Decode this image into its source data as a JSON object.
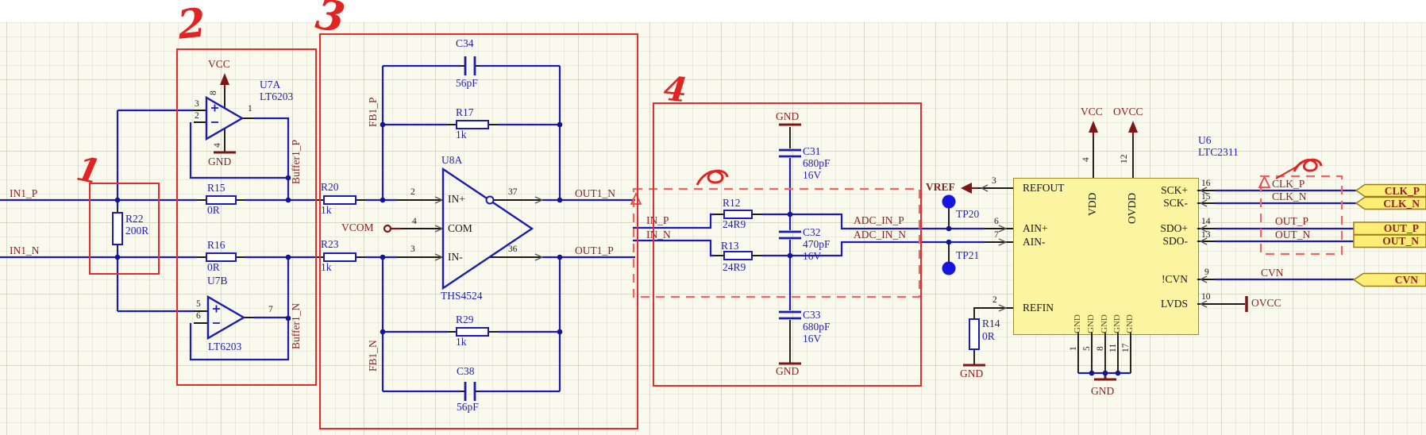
{
  "annotations": {
    "m1": "1",
    "m2": "2",
    "m3": "3",
    "m4": "4"
  },
  "colors": {
    "wire_blue": "#1c1cb2",
    "net_label": "#8c2121",
    "designator": "#2222b2",
    "annotation_red": "#e12d2d",
    "dashed_red": "#ef6666",
    "ic_fill": "#fbf5a2",
    "port_fill": "#ffee75",
    "test_point": "#1515dd"
  },
  "s1": {
    "in1_p": "IN1_P",
    "in1_n": "IN1_N",
    "r22_ref": "R22",
    "r22_val": "200R"
  },
  "s2": {
    "vcc": "VCC",
    "gnd": "GND",
    "u7a_ref": "U7A",
    "u7a_part": "LT6203",
    "u7b_ref": "U7B",
    "u7b_part": "LT6203",
    "r15_ref": "R15",
    "r15_val": "0R",
    "r16_ref": "R16",
    "r16_val": "0R",
    "buf_p": "Buffer1_P",
    "buf_n": "Buffer1_N",
    "p1": "1",
    "p2": "2",
    "p3": "3",
    "p4": "4",
    "p5": "5",
    "p6": "6",
    "p7": "7",
    "p8": "8"
  },
  "s3": {
    "c34_ref": "C34",
    "c34_val": "56pF",
    "r17_ref": "R17",
    "r17_val": "1k",
    "r20_ref": "R20",
    "r20_val": "1k",
    "r23_ref": "R23",
    "r23_val": "1k",
    "r29_ref": "R29",
    "r29_val": "1k",
    "c38_ref": "C38",
    "c38_val": "56pF",
    "u8a_ref": "U8A",
    "u8a_part": "THS4524",
    "vcom": "VCOM",
    "in_plus": "IN+",
    "com": "COM",
    "in_minus": "IN-",
    "fb1_p": "FB1_P",
    "fb1_n": "FB1_N",
    "out1_n": "OUT1_N",
    "out1_p": "OUT1_P",
    "p2": "2",
    "p3": "3",
    "p4": "4",
    "p36": "36",
    "p37": "37"
  },
  "s4": {
    "gnd_top": "GND",
    "gnd_bot": "GND",
    "c31_ref": "C31",
    "c31_val": "680pF",
    "c31_v": "16V",
    "c32_ref": "C32",
    "c32_val": "470pF",
    "c32_v": "16V",
    "c33_ref": "C33",
    "c33_val": "680pF",
    "c33_v": "16V",
    "r12_ref": "R12",
    "r12_val": "24R9",
    "r13_ref": "R13",
    "r13_val": "24R9",
    "in_p": "IN_P",
    "in_n": "IN_N",
    "adc_in_p": "ADC_IN_P",
    "adc_in_n": "ADC_IN_N"
  },
  "adc": {
    "vref": "VREF",
    "tp20": "TP20",
    "tp21": "TP21",
    "r14_ref": "R14",
    "r14_val": "0R",
    "gnd_r14": "GND",
    "gnd_ic": "GND",
    "vcc": "VCC",
    "ovcc": "OVCC",
    "ovcc_pin": "OVCC",
    "u6_ref": "U6",
    "u6_part": "LTC2311",
    "pin_names": {
      "refout": "REFOUT",
      "ain_p": "AIN+",
      "ain_n": "AIN-",
      "refin": "REFIN",
      "vdd": "VDD",
      "ovdd": "OVDD",
      "gnd": "GND",
      "sck_p": "SCK+",
      "sck_n": "SCK-",
      "sdo_p": "SDO+",
      "sdo_n": "SDO-",
      "cvn": "!CVN",
      "lvds": "LVDS"
    },
    "pin_nums": {
      "n1": "1",
      "n2": "2",
      "n3": "3",
      "n4": "4",
      "n5": "5",
      "n6": "6",
      "n7": "7",
      "n8": "8",
      "n9": "9",
      "n10": "10",
      "n11": "11",
      "n12": "12",
      "n13": "13",
      "n14": "14",
      "n15": "15",
      "n16": "16",
      "n17": "17"
    },
    "nets": {
      "clk_p": "CLK_P",
      "clk_n": "CLK_N",
      "out_p": "OUT_P",
      "out_n": "OUT_N",
      "cvn": "CVN"
    },
    "ports": {
      "clk_p": "CLK_P",
      "clk_n": "CLK_N",
      "out_p": "OUT_P",
      "out_n": "OUT_N",
      "cvn": "CVN"
    }
  }
}
